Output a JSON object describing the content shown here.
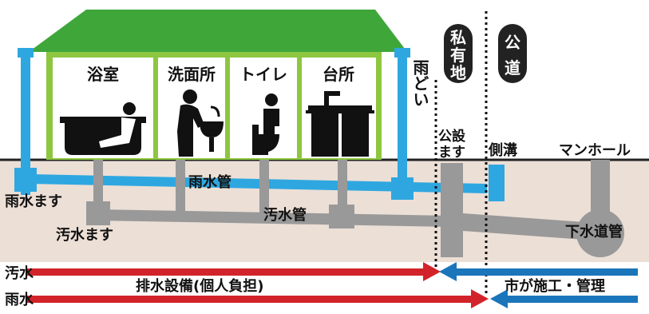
{
  "rooms": {
    "bath": "浴室",
    "washroom": "洗面所",
    "toilet": "トイレ",
    "kitchen": "台所"
  },
  "labels": {
    "downspout": "雨どい",
    "private_land": [
      "私",
      "有",
      "地"
    ],
    "public_road": [
      "公",
      "道"
    ],
    "public_basin": [
      "公設",
      "ます"
    ],
    "side_ditch": "側溝",
    "manhole": "マンホール",
    "rainwater_pipe": "雨水管",
    "rainwater_basin": "雨水ます",
    "sewage_pipe": "汚水管",
    "sewage_basin": "汚水ます",
    "sewer_main": "下水道管"
  },
  "legend": {
    "sewage": "汚水",
    "rainwater": "雨水",
    "private_span": "排水設備(個人負担)",
    "city_span": "市が施工・管理"
  },
  "colors": {
    "roof": "#3fa63a",
    "house_wall": "#8dc63f",
    "ground": "#ecdfd6",
    "rain_pipe": "#2ea7e0",
    "sewage_pipe": "#999999",
    "private_arrow": "#d2232a",
    "city_arrow": "#1b75bb",
    "dark_tag": "#222222"
  }
}
